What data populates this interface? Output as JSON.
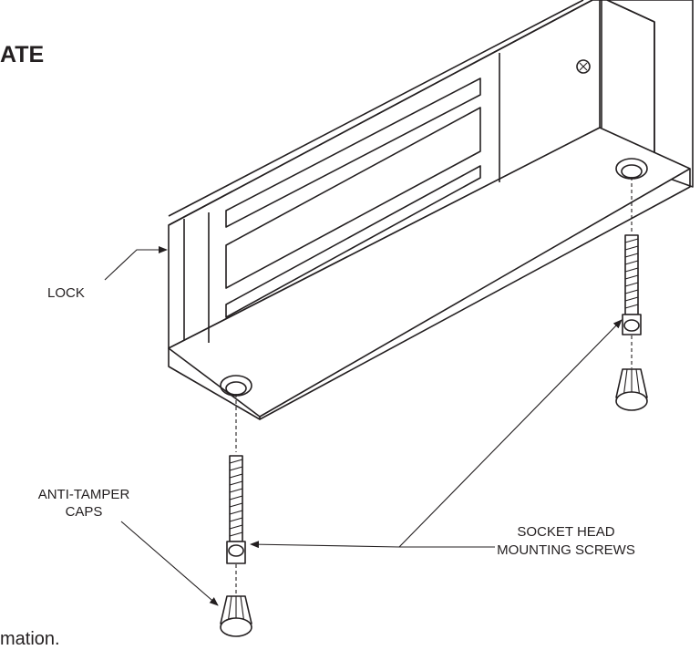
{
  "header_fragment": "ATE",
  "footer_fragment": "mation.",
  "labels": {
    "lock": "LOCK",
    "caps_line1": "ANTI-TAMPER",
    "caps_line2": "CAPS",
    "screws_line1": "SOCKET HEAD",
    "screws_line2": "MOUNTING SCREWS"
  }
}
